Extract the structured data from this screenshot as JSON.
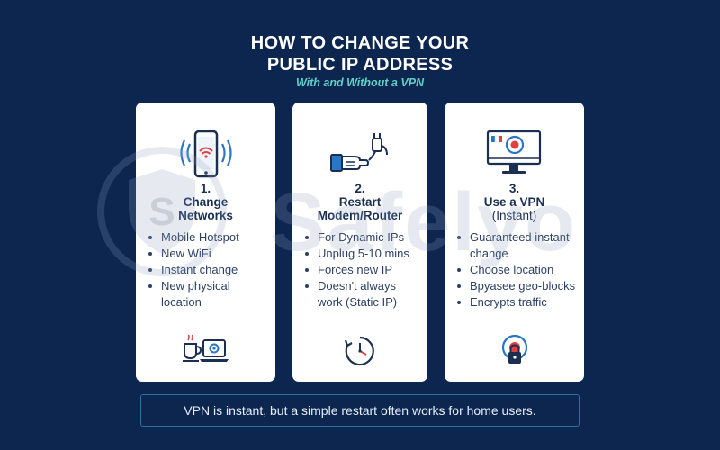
{
  "header": {
    "title_line1": "HOW TO CHANGE YOUR",
    "title_line2": "PUBLIC IP ADDRESS",
    "subtitle": "With and Without a VPN"
  },
  "cards": [
    {
      "number": "1.",
      "name_line1": "Change",
      "name_line2": "Networks",
      "note": "",
      "icon": "phone-wifi-icon",
      "footer_icon": "coffee-laptop-icon",
      "bullets": [
        "Mobile Hotspot",
        "New WiFi",
        "Instant change",
        "New physical location"
      ]
    },
    {
      "number": "2.",
      "name_line1": "Restart",
      "name_line2": "Modem/Router",
      "note": "",
      "icon": "hand-plug-icon",
      "footer_icon": "clock-icon",
      "bullets": [
        "For Dynamic IPs",
        "Unplug 5-10 mins",
        "Forces new IP",
        "Doesn't always work (Static IP)"
      ]
    },
    {
      "number": "3.",
      "name_line1": "Use a VPN",
      "name_line2": "",
      "note": "(Instant)",
      "icon": "monitor-vpn-icon",
      "footer_icon": "lock-shield-icon",
      "bullets": [
        "Guaranteed instant change",
        "Choose location",
        "Bpyasee geo-blocks",
        "Encrypts traffic"
      ]
    }
  ],
  "footer": {
    "text": "VPN is instant, but a simple restart often works for home users."
  },
  "watermark": {
    "text": "Safelyo"
  },
  "colors": {
    "background": "#0d2650",
    "card": "#ffffff",
    "accent_teal": "#5fd1c7",
    "icon_blue": "#2a76c6",
    "icon_red": "#e04040",
    "text_dark": "#1a2f52"
  }
}
